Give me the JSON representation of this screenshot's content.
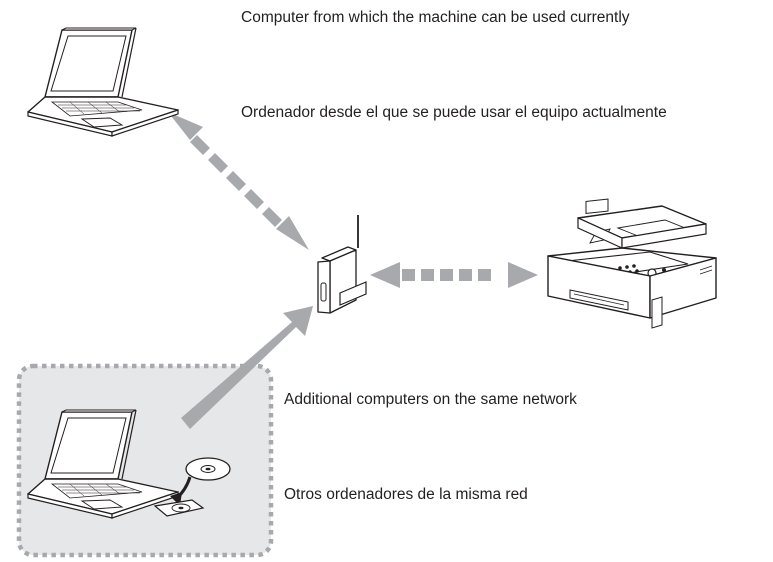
{
  "captions": {
    "current_computer_en": "Computer from which the machine can be used currently",
    "current_computer_es": "Ordenador desde el que se puede usar el equipo actualmente",
    "additional_computers_en": "Additional computers on the same network",
    "additional_computers_es": "Otros ordenadores de la misma red"
  },
  "colors": {
    "arrow": "#a7a9ac",
    "group_fill": "#e6e7e8",
    "group_border": "#a7a9ac",
    "line_art": "#231f20"
  },
  "icons": [
    "laptop-icon",
    "router-icon",
    "printer-icon",
    "cd-rom-icon"
  ]
}
